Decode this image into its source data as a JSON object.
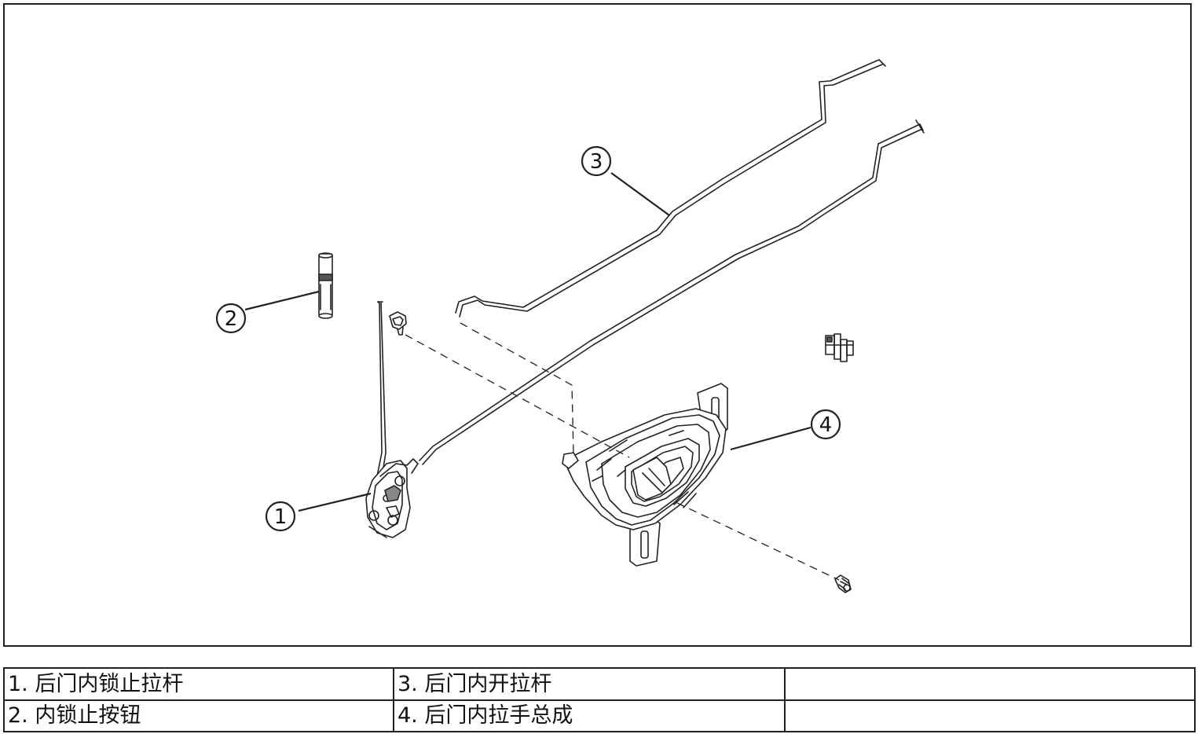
{
  "callouts": [
    {
      "number": "1",
      "label": "后门内锁止拉杆"
    },
    {
      "number": "2",
      "label": "内锁止按钮"
    },
    {
      "number": "3",
      "label": "后门内开拉杆"
    },
    {
      "number": "4",
      "label": "后门内拉手总成"
    }
  ],
  "legend": {
    "rows": [
      [
        "1. 后门内锁止拉杆",
        "3. 后门内开拉杆",
        ""
      ],
      [
        "2. 内锁止按钮",
        "4. 后门内拉手总成",
        ""
      ]
    ]
  }
}
